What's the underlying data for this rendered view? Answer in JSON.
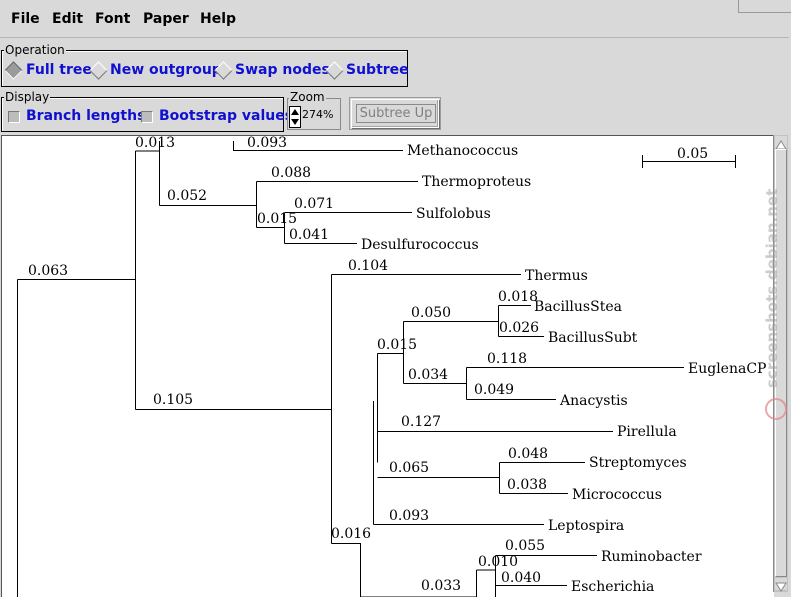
{
  "menu": {
    "file": "File",
    "edit": "Edit",
    "font": "Font",
    "paper": "Paper",
    "help": "Help"
  },
  "operation": {
    "legend": "Operation",
    "options": [
      "Full tree",
      "New outgroup",
      "Swap nodes",
      "Subtree"
    ],
    "selected": "Full tree"
  },
  "display": {
    "legend": "Display",
    "branch_lengths": "Branch lengths",
    "bootstrap_values": "Bootstrap values"
  },
  "zoom": {
    "legend": "Zoom",
    "value": "274%"
  },
  "subtree_up": "Subtree Up",
  "tree": {
    "scale_label": "0.05",
    "taxa": {
      "methanococcus": "Methanococcus",
      "thermoproteus": "Thermoproteus",
      "sulfolobus": "Sulfolobus",
      "desulfurococcus": "Desulfurococcus",
      "thermus": "Thermus",
      "bacillusstea": "BacillusStea",
      "bacillussubt": "BacillusSubt",
      "euglenacp": "EuglenaCP",
      "anacystis": "Anacystis",
      "pirellula": "Pirellula",
      "streptomyces": "Streptomyces",
      "micrococcus": "Micrococcus",
      "leptospira": "Leptospira",
      "ruminobacter": "Ruminobacter",
      "escherichia": "Escherichia"
    },
    "lengths": {
      "l_0013": "0.013",
      "l_0093a": "0.093",
      "l_0088": "0.088",
      "l_0052": "0.052",
      "l_0071": "0.071",
      "l_0015a": "0.015",
      "l_0041": "0.041",
      "l_0063": "0.063",
      "l_0104": "0.104",
      "l_0018": "0.018",
      "l_0050": "0.050",
      "l_0026": "0.026",
      "l_0015b": "0.015",
      "l_0118": "0.118",
      "l_0034": "0.034",
      "l_0049": "0.049",
      "l_0105": "0.105",
      "l_0127": "0.127",
      "l_0048": "0.048",
      "l_0065": "0.065",
      "l_0038": "0.038",
      "l_0093b": "0.093",
      "l_0016": "0.016",
      "l_0055": "0.055",
      "l_0010": "0.010",
      "l_0040": "0.040",
      "l_0033": "0.033"
    }
  },
  "watermark": "screenshots.debian.net"
}
